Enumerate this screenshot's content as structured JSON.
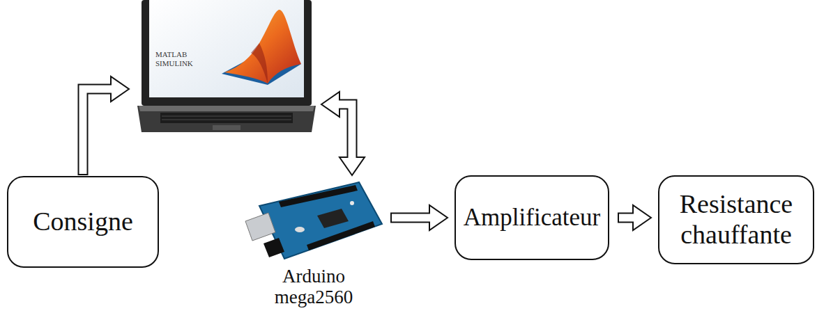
{
  "diagram": {
    "nodes": [
      {
        "text": [
          "MATLAB SIMULINK"
        ]
      },
      {
        "text": [
          "Consigne"
        ]
      },
      {
        "text": [
          "Arduino mega2560"
        ]
      },
      {
        "text": [
          "Amplificateur"
        ]
      },
      {
        "text": [
          "Resistance chauffante"
        ]
      }
    ],
    "edges": [
      {
        "from": 1,
        "to": 0,
        "arrow": "to"
      },
      {
        "from": 0,
        "to": 2,
        "arrow": "both"
      },
      {
        "from": 2,
        "to": 3,
        "arrow": "to"
      },
      {
        "from": 3,
        "to": 4,
        "arrow": "to"
      }
    ]
  }
}
